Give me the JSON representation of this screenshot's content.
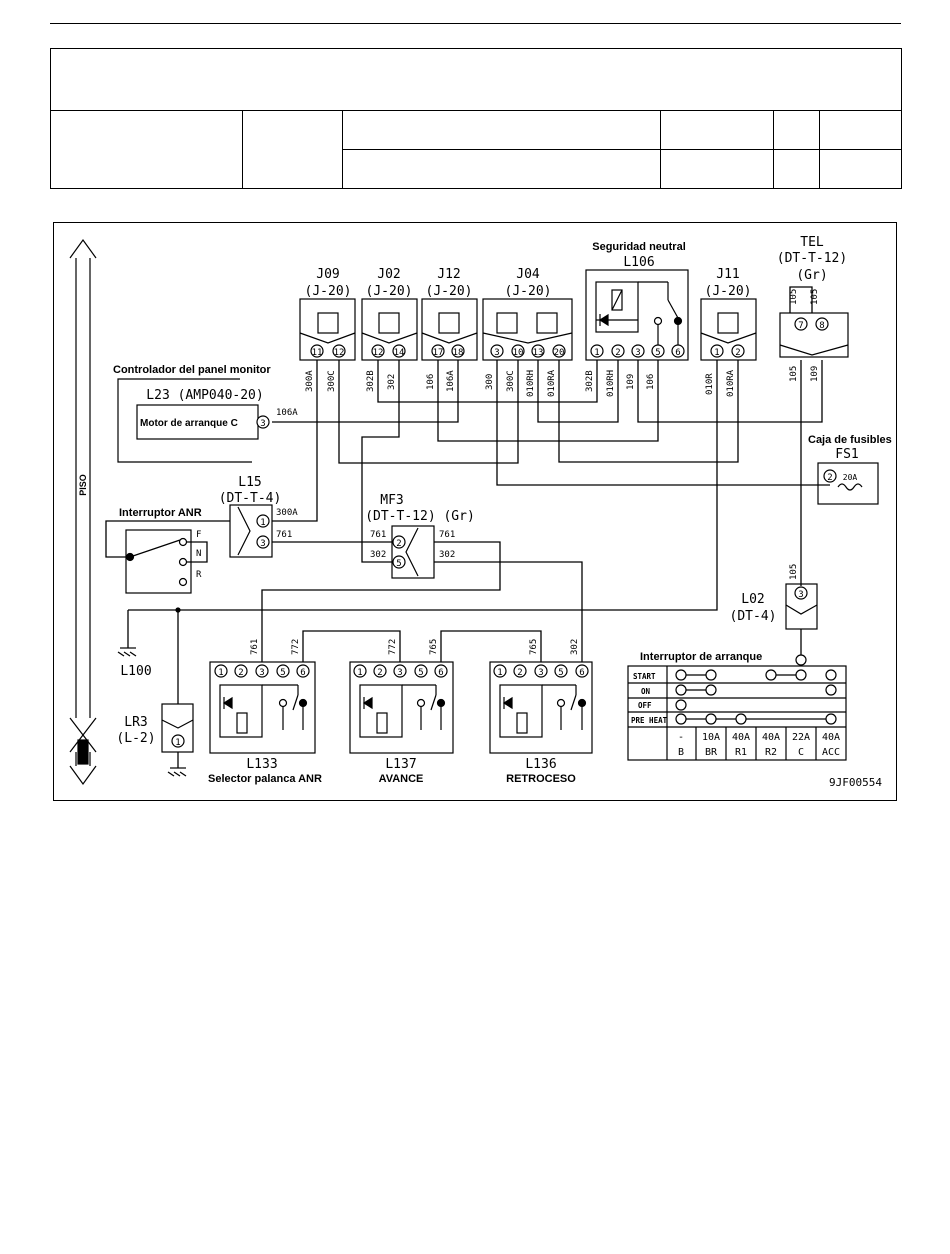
{
  "labels": {
    "monitor_controller": "Controlador del panel monitor",
    "neutral_safety": "Seguridad neutral",
    "fuse_box": "Caja de fusibles",
    "anr_switch": "Interruptor ANR",
    "start_switch": "Interruptor de arranque",
    "anr_lever": "Selector palanca ANR",
    "forward": "AVANCE",
    "reverse": "RETROCESO",
    "starter_motor": "Motor de arranque C",
    "floor": "PISO",
    "code": "9JF00554"
  },
  "connectors": {
    "j09": {
      "name": "J09",
      "type": "(J-20)",
      "pins": [
        "11",
        "12"
      ]
    },
    "j02": {
      "name": "J02",
      "type": "(J-20)",
      "pins": [
        "12",
        "14"
      ]
    },
    "j12": {
      "name": "J12",
      "type": "(J-20)",
      "pins": [
        "17",
        "18"
      ]
    },
    "j04": {
      "name": "J04",
      "type": "(J-20)",
      "pins": [
        "3",
        "10",
        "13",
        "20"
      ]
    },
    "j11": {
      "name": "J11",
      "type": "(J-20)",
      "pins": [
        "1",
        "2"
      ]
    },
    "l106": {
      "name": "L106",
      "pins": [
        "1",
        "2",
        "3",
        "5",
        "6"
      ]
    },
    "tel": {
      "name": "TEL",
      "type": "(DT-T-12)",
      "color": "(Gr)",
      "pins": [
        "7",
        "8"
      ]
    },
    "l23": {
      "name": "L23 (AMP040-20)",
      "pin": "3"
    },
    "fs1": {
      "name": "FS1",
      "rating": "20A",
      "pin": "2"
    },
    "l15": {
      "name": "L15",
      "type": "(DT-T-4)",
      "pins": [
        "1",
        "3"
      ]
    },
    "mf3": {
      "name": "MF3",
      "type": "(DT-T-12) (Gr)",
      "pins": [
        "2",
        "5"
      ]
    },
    "l02": {
      "name": "L02",
      "type": "(DT-4)",
      "pin": "3"
    },
    "l100": {
      "name": "L100"
    },
    "lr3": {
      "name": "LR3",
      "type": "(L-2)",
      "pin": "1"
    },
    "l133": {
      "name": "L133",
      "pins": [
        "1",
        "2",
        "3",
        "5",
        "6"
      ]
    },
    "l137": {
      "name": "L137",
      "pins": [
        "1",
        "2",
        "3",
        "5",
        "6"
      ]
    },
    "l136": {
      "name": "L136",
      "pins": [
        "1",
        "2",
        "3",
        "5",
        "6"
      ]
    }
  },
  "anr_positions": [
    "F",
    "N",
    "R"
  ],
  "wires": {
    "w300A": "300A",
    "w300C": "300C",
    "w302B": "302B",
    "w302": "302",
    "w106": "106",
    "w106A": "106A",
    "w300": "300",
    "w010RH": "010RH",
    "w010RA": "010RA",
    "w109": "109",
    "w010R": "010R",
    "w105": "105",
    "w761": "761",
    "w772": "772",
    "w765": "765"
  },
  "start_table": {
    "rows": [
      "START",
      "ON",
      "OFF",
      "PRE HEAT"
    ],
    "columns": [
      {
        "top": "-",
        "bottom": "B"
      },
      {
        "top": "10A",
        "bottom": "BR"
      },
      {
        "top": "40A",
        "bottom": "R1"
      },
      {
        "top": "40A",
        "bottom": "R2"
      },
      {
        "top": "22A",
        "bottom": "C"
      },
      {
        "top": "40A",
        "bottom": "ACC"
      }
    ]
  }
}
